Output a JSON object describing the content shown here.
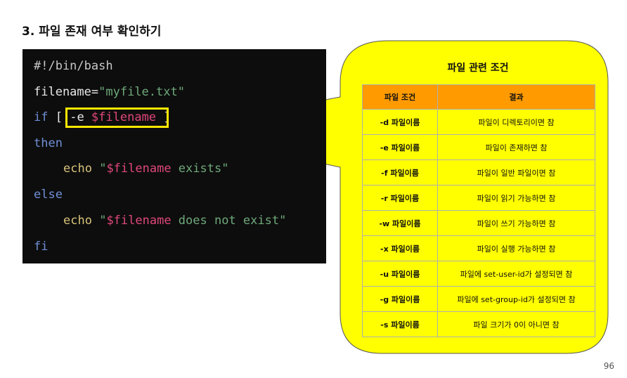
{
  "slide": {
    "title": "3. 파일 존재 여부 확인하기",
    "page_number": "96"
  },
  "code": {
    "line1": "#!/bin/bash",
    "line2_var": "filename",
    "line2_eq": "=",
    "line2_str": "\"myfile.txt\"",
    "line3_if": "if",
    "line3_open": " [ ",
    "line3_flag": "-e",
    "line3_var": " $filename",
    "line3_close": " ]",
    "line4": "then",
    "line5_cmd": "echo",
    "line5_q1": " \"",
    "line5_var": "$filename",
    "line5_rest": " exists\"",
    "line6": "else",
    "line7_cmd": "echo",
    "line7_q1": " \"",
    "line7_var": "$filename",
    "line7_rest": " does not exist\"",
    "line8": "fi"
  },
  "callout": {
    "title": "파일 관련 조건",
    "headers": [
      "파일 조건",
      "결과"
    ],
    "rows": [
      [
        "-d 파일이름",
        "파일이 디렉토리이면 참"
      ],
      [
        "-e 파일이름",
        "파일이 존재하면 참"
      ],
      [
        "-f 파일이름",
        "파일이 일반 파일이면 참"
      ],
      [
        "-r 파일이름",
        "파일이 읽기 가능하면 참"
      ],
      [
        "-w 파일이름",
        "파일이 쓰기 가능하면 참"
      ],
      [
        "-x 파일이름",
        "파일이 실행 가능하면 참"
      ],
      [
        "-u 파일이름",
        "파일에  set-user-id가 설정되면 참"
      ],
      [
        "-g 파일이름",
        "파일에  set-group-id가 설정되면 참"
      ],
      [
        "-s 파일이름",
        "파일 크기가 0이 아니면 참"
      ]
    ]
  },
  "colors": {
    "callout_fill": "#ffff00",
    "header_fill": "#ff9a00",
    "highlight_border": "#ffe800",
    "code_bg": "#0d0d0d"
  }
}
